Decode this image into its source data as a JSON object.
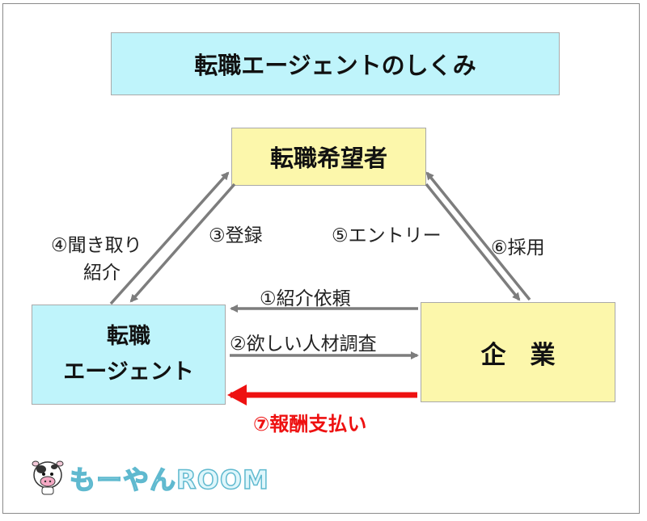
{
  "title": "転職エージェントのしくみ",
  "nodes": {
    "seeker": "転職希望者",
    "agent_line1": "転職",
    "agent_line2": "エージェント",
    "company": "企業"
  },
  "flows": {
    "step1": "①紹介依頼",
    "step2": "②欲しい人材調査",
    "step3": "③登録",
    "step4_line1": "④聞き取り",
    "step4_line2": "紹介",
    "step5": "⑤エントリー",
    "step6": "⑥採用",
    "step7": "⑦報酬支払い"
  },
  "logo": {
    "text": "もーやんROOM",
    "icon": "cow-icon"
  },
  "colors": {
    "cyan_box": "#bff4fb",
    "yellow_box": "#fcf7ab",
    "arrow_gray": "#7d7d7d",
    "arrow_red": "#ee1111"
  }
}
